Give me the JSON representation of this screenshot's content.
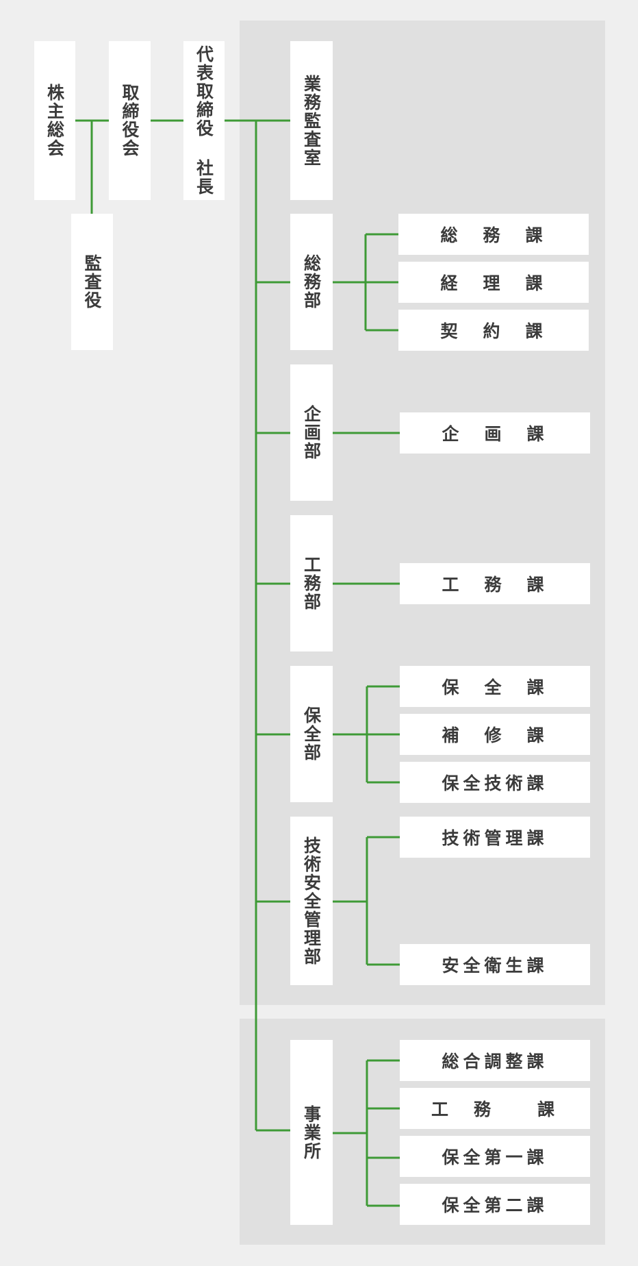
{
  "colors": {
    "page_bg": "#efefef",
    "panel_bg": "#e0e0e0",
    "box_bg": "#ffffff",
    "line": "#3e9a36",
    "text": "#3b3b3b"
  },
  "top": {
    "shareholders": "株主総会",
    "board": "取締役会",
    "auditor": "監査役",
    "president": "代表取締役 社長"
  },
  "departments": {
    "audit_office": "業務監査室",
    "general_affairs": {
      "name": "総務部",
      "sections": [
        "総　務　課",
        "経　理　課",
        "契　約　課"
      ]
    },
    "planning": {
      "name": "企画部",
      "sections": [
        "企　画　課"
      ]
    },
    "engineering": {
      "name": "工務部",
      "sections": [
        "工　務　課"
      ]
    },
    "maintenance": {
      "name": "保全部",
      "sections": [
        "保　全　課",
        "補　修　課",
        "保全技術課"
      ]
    },
    "safety": {
      "name": "技術安全管理部",
      "sections": [
        "技術管理課",
        "安全衛生課"
      ]
    }
  },
  "office": {
    "name": "事業所",
    "sections": [
      "総合調整課",
      "工　務　　課",
      "保全第一課",
      "保全第二課"
    ]
  }
}
